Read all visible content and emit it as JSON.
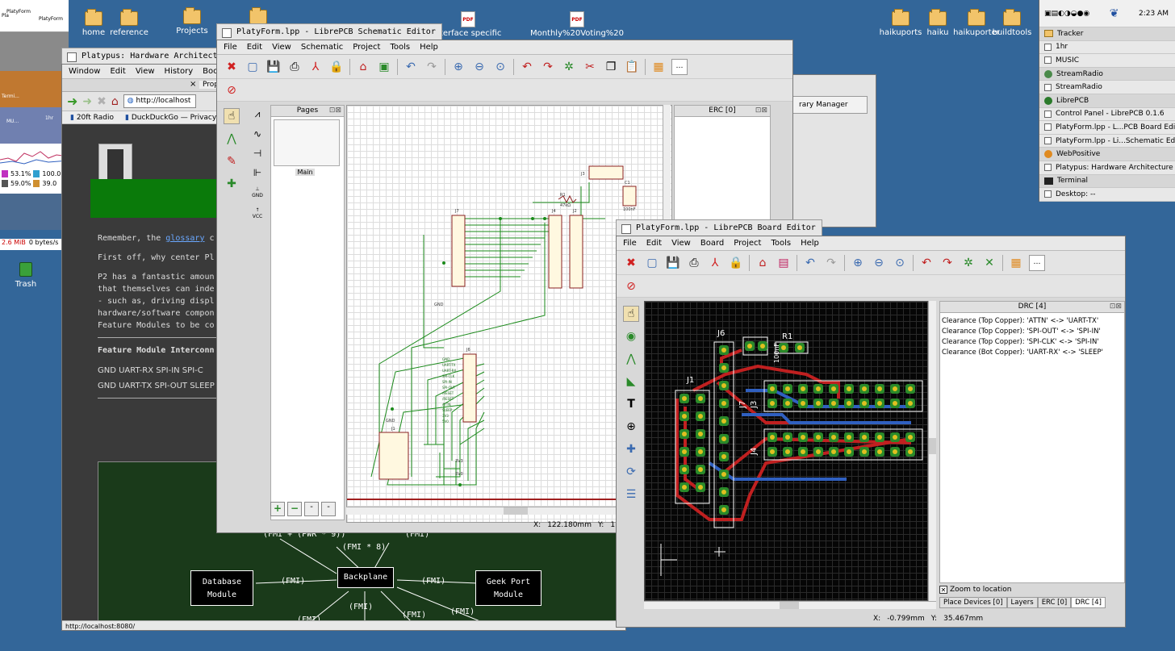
{
  "desktop": {
    "icons": [
      {
        "label": "home"
      },
      {
        "label": "reference"
      },
      {
        "label": "Projects"
      },
      {
        "label": ""
      },
      {
        "label": "nterface specific"
      },
      {
        "label": "Monthly%20Voting%20"
      },
      {
        "label": "haikuports"
      },
      {
        "label": "haiku"
      },
      {
        "label": "haikuporter"
      },
      {
        "label": "buildtools"
      }
    ],
    "trash": "Trash"
  },
  "leftbar": {
    "thumb1a": "PlatyForm",
    "thumb1b": "PlatyForm",
    "thumb_pla": "Pla",
    "cpu1": "53.1%",
    "cpu2": "100.0",
    "cpu3": "59.0%",
    "cpu4": "39.0",
    "mem": "2.6 MiB",
    "net": "0 bytes/s",
    "tem": "Termi...",
    "hr": "1hr",
    "mu": "MU..."
  },
  "deskbar": {
    "time": "2:23 AM",
    "items": [
      "Tracker",
      "1hr",
      "MUSIC",
      "StreamRadio",
      "StreamRadio",
      "LibrePCB",
      "Control Panel - LibrePCB 0.1.6",
      "PlatyForm.lpp - L...PCB Board Editor",
      "PlatyForm.lpp - Li...Schematic Editor",
      "WebPositive",
      "Platypus: Hardware Architecture",
      "Terminal",
      "Desktop: --"
    ]
  },
  "browser": {
    "title": "Platypus: Hardware Architecture",
    "menu": [
      "Window",
      "Edit",
      "View",
      "History",
      "Bookmarks"
    ],
    "tab": "Prop",
    "url": "http://localhost",
    "bookmarks": [
      "20ft Radio",
      "DuckDuckGo — Privacy,"
    ],
    "p1a": "Remember, the ",
    "p1link": "glossary",
    "p1b": " c",
    "p2": "First off, why center Pl",
    "p3": [
      "P2 has a fantastic amoun",
      "that themselves can inde",
      "- such as, driving displ",
      "hardware/software compon",
      "Feature Modules to be co"
    ],
    "h_interconnect": "Feature Module Interconn",
    "pins1": "GND UART-RX SPI-IN  SPI-C",
    "pins2": "GND UART-TX SPI-OUT SLEEP",
    "diag": {
      "db": "Database",
      "db2": "Module",
      "bp": "Backplane",
      "gp": "Geek Port",
      "gp2": "Module",
      "e1": "(FMI + (PWR * 9))",
      "e2": "(FMI)",
      "e3": "(FMI * 8)",
      "e4": "(FMI)",
      "e5": "(FMI)",
      "e6": "(FMI)",
      "e7": "(FMI)",
      "e8": "(FMI)",
      "e9": "(FMI)"
    },
    "status": "http://localhost:8080/"
  },
  "library": {
    "label": "rary Manager"
  },
  "schematic": {
    "title": "PlatyForm.lpp - LibrePCB Schematic Editor",
    "menu": [
      "File",
      "Edit",
      "View",
      "Schematic",
      "Project",
      "Tools",
      "Help"
    ],
    "pages": "Pages",
    "page_name": "Main",
    "erc": "ERC [0]",
    "x_label": "X:",
    "x": "122.180mm",
    "y_label": "Y:",
    "y": "1",
    "sym": {
      "gnd": "GND",
      "vcc": "VCC",
      "r1": "R1",
      "r1v": "47kΩ",
      "c1": "C1",
      "c1v": "100nF",
      "j7": "J7",
      "j4": "J4",
      "j3": "J3",
      "j6": "J6",
      "j1": "J1",
      "j2": "J2",
      "gnd2": "GND",
      "gnd3": "GND",
      "v3": "3V3",
      "v5": "5V0",
      "j6pins": [
        "GND",
        "UART-TX",
        "UART-RX",
        "SPI-CLK",
        "SPI-IN",
        "SPI-OUT",
        "/RESET",
        "/RESET",
        "ATTN",
        "SLEEP",
        "3V3",
        "5V0"
      ]
    }
  },
  "board": {
    "title": "PlatyForm.lpp - LibrePCB Board Editor",
    "menu": [
      "File",
      "Edit",
      "View",
      "Board",
      "Project",
      "Tools",
      "Help"
    ],
    "drc_title": "DRC [4]",
    "drc": [
      "Clearance (Top Copper): 'ATTN' <-> 'UART-TX'",
      "Clearance (Top Copper): 'SPI-OUT' <-> 'SPI-IN'",
      "Clearance (Top Copper): 'SPI-CLK' <-> 'SPI-IN'",
      "Clearance (Bot Copper): 'UART-RX' <-> 'SLEEP'"
    ],
    "zoom": "Zoom to location",
    "tabs": [
      "Place Devices [0]",
      "Layers",
      "ERC [0]",
      "DRC [4]"
    ],
    "x_label": "X:",
    "x": "-0.799mm",
    "y_label": "Y:",
    "y": "35.467mm",
    "labels": {
      "j6": "J6",
      "j1": "J1",
      "j3": "J3",
      "j7": "J7",
      "j4": "J4",
      "r1": "R1",
      "c1": "100nF"
    }
  },
  "colors": {
    "desktop": "#336699",
    "wire": "#1a8a1a",
    "symbol": "#8a2020",
    "trace_red": "#c02020",
    "trace_blue": "#3060c0",
    "pad": "#e0c020"
  }
}
